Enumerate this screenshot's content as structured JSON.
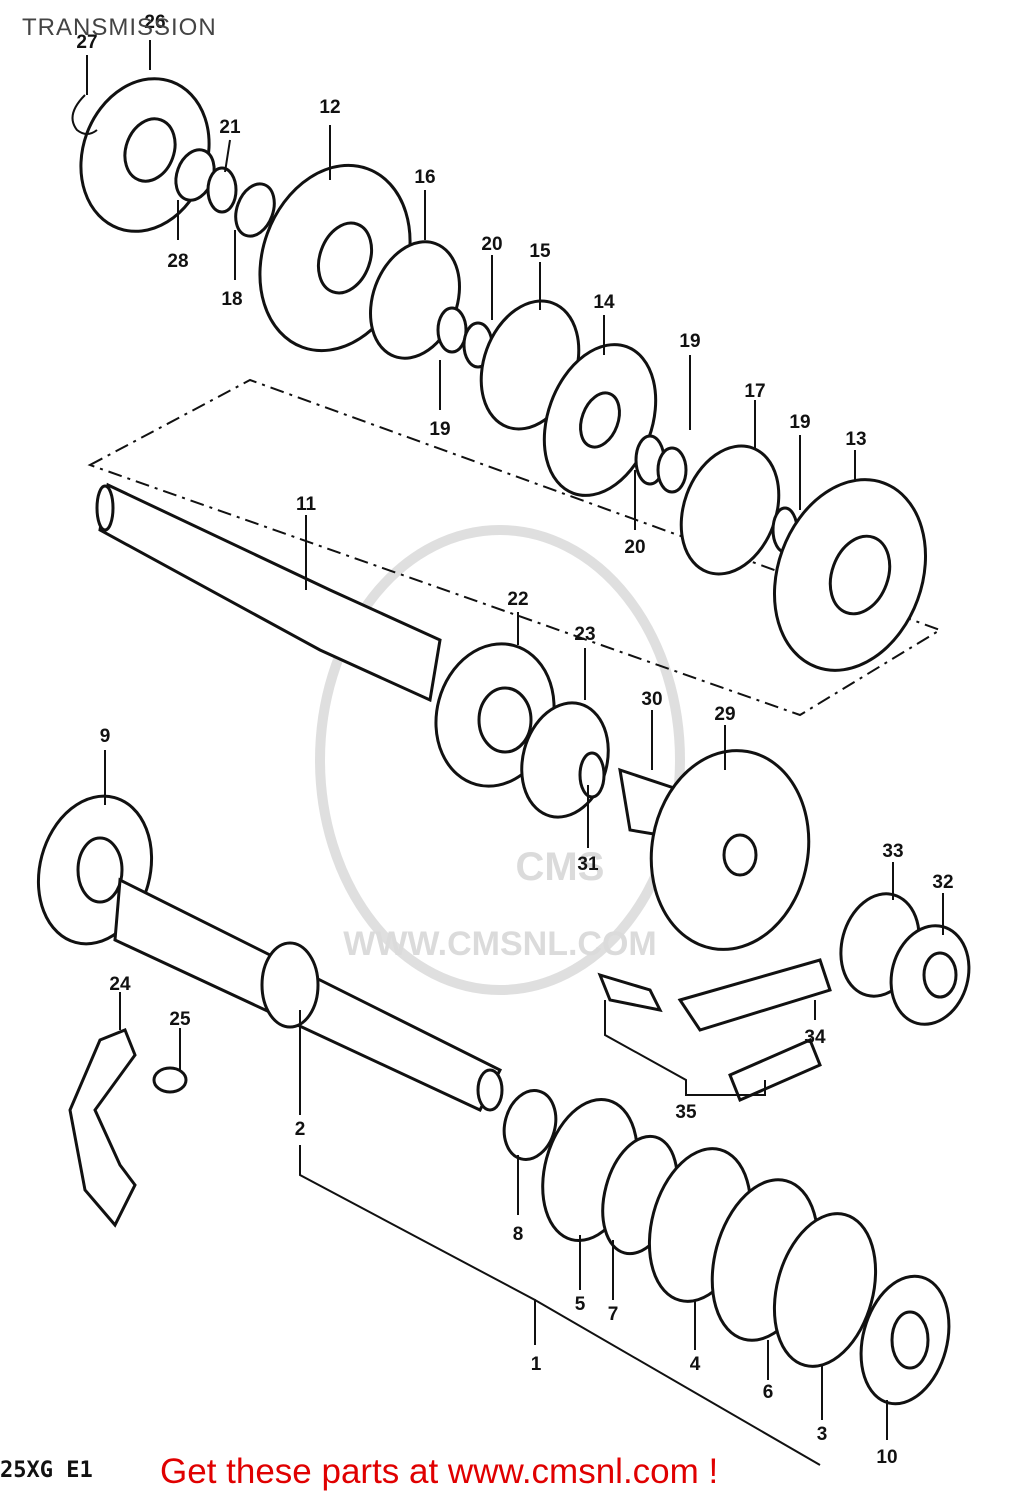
{
  "header": {
    "title": "TRANSMISSION"
  },
  "footer": {
    "model_code": "25XG E1",
    "cta_text": "Get these parts at www.cmsnl.com !"
  },
  "watermark": {
    "text": "WWW.CMSNL.COM",
    "logo": "CMS"
  },
  "colors": {
    "cta": "#e00000",
    "line": "#111111",
    "watermark": "#d8d8d8"
  },
  "labels": [
    "27",
    "26",
    "21",
    "12",
    "16",
    "20",
    "15",
    "14",
    "28",
    "18",
    "19",
    "19",
    "17",
    "19",
    "13",
    "20",
    "11",
    "22",
    "23",
    "30",
    "29",
    "31",
    "9",
    "33",
    "32",
    "24",
    "25",
    "34",
    "2",
    "35",
    "8",
    "5",
    "7",
    "4",
    "6",
    "3",
    "10",
    "1"
  ]
}
